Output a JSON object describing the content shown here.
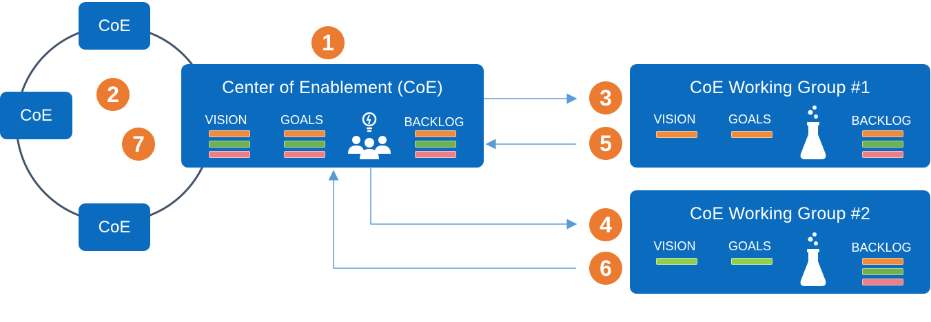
{
  "colors": {
    "box_blue": "#0b6cbf",
    "badge_orange": "#ea7b30",
    "bar_orange": "#f08a3c",
    "bar_green": "#6fb14a",
    "bar_pink": "#ef7f87",
    "bar_lightgreen": "#8fd14f",
    "ring": "#44546a",
    "arrow": "#5b9bd5"
  },
  "ring_nodes": [
    "CoE",
    "CoE",
    "CoE"
  ],
  "center": {
    "title": "Center of Enablement (CoE)",
    "vision": "VISION",
    "goals": "GOALS",
    "backlog": "BACKLOG",
    "icon": "team-idea-icon"
  },
  "group1": {
    "title": "CoE Working Group #1",
    "vision": "VISION",
    "goals": "GOALS",
    "backlog": "BACKLOG",
    "icon": "flask-icon"
  },
  "group2": {
    "title": "CoE Working Group #2",
    "vision": "VISION",
    "goals": "GOALS",
    "backlog": "BACKLOG",
    "icon": "flask-icon"
  },
  "badges": [
    "1",
    "2",
    "3",
    "4",
    "5",
    "6",
    "7"
  ]
}
